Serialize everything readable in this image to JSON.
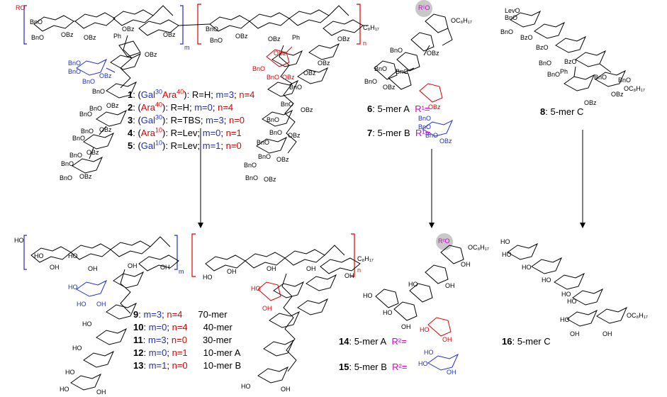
{
  "colors": {
    "black": "#000000",
    "red": "#e00000",
    "blue": "#1f2fbf",
    "magenta": "#d400d4",
    "grey_circle": "#c8c8c8"
  },
  "atom_labels": {
    "RO": "RO",
    "BnO": "BnO",
    "OBz": "OBz",
    "Ph": "Ph",
    "LevO": "LevO",
    "HO": "HO",
    "OH": "OH",
    "O": "O",
    "C8H17": "C₈H₁₇",
    "OC8H17": "OC₈H₁₇",
    "R1O": "R¹O",
    "R2O": "R²O",
    "m": "m",
    "n": "n"
  },
  "protected_legend": [
    {
      "num": "1",
      "text_black1": ": (",
      "blue1": "Gal",
      "blue_sup": "30",
      "red1": "Ara",
      "red_sup": "40",
      "text_black2": "): R=H; ",
      "m_part": "m=3",
      "sep": "; ",
      "n_part": "n=4"
    },
    {
      "num": "2",
      "text_black1": ": (",
      "red1": "Ara",
      "red_sup": "40",
      "text_black2": "):  R=H; ",
      "m_part": "m=0",
      "sep": "; ",
      "n_part": "n=4"
    },
    {
      "num": "3",
      "text_black1": ": (",
      "blue1": "Gal",
      "blue_sup": "30",
      "text_black2": "): R=TBS; ",
      "m_part": "m=3",
      "sep": "; ",
      "n_part": "n=0"
    },
    {
      "num": "4",
      "text_black1": ": (",
      "red1": "Ara",
      "red_sup": "10",
      "text_black2": "): R=Lev; ",
      "m_part": "m=0",
      "sep": "; ",
      "n_part": "n=1"
    },
    {
      "num": "5",
      "text_black1": ": (",
      "blue1": "Gal",
      "blue_sup": "10",
      "text_black2": "): R=Lev; ",
      "m_part": "m=1",
      "sep": "; ",
      "n_part": "n=0"
    }
  ],
  "deprotected_legend": [
    {
      "num": "9",
      "m_part": "m=3",
      "n_part": "n=4",
      "size": "70-mer"
    },
    {
      "num": "10",
      "m_part": "m=0",
      "n_part": "n=4",
      "size": "40-mer"
    },
    {
      "num": "11",
      "m_part": "m=3",
      "n_part": "n=0",
      "size": "30-mer"
    },
    {
      "num": "12",
      "m_part": "m=0",
      "n_part": "n=1",
      "size": "10-mer A"
    },
    {
      "num": "13",
      "m_part": "m=1",
      "n_part": "n=0",
      "size": "10-mer B"
    }
  ],
  "mer_labels": {
    "c6": {
      "num": "6",
      "text": ": 5-mer A",
      "r": "R¹="
    },
    "c7": {
      "num": "7",
      "text": ": 5-mer B",
      "r": "R¹="
    },
    "c8": {
      "num": "8",
      "text": ": 5-mer C"
    },
    "c14": {
      "num": "14",
      "text": ": 5-mer A",
      "r": "R²="
    },
    "c15": {
      "num": "15",
      "text": ": 5-mer B",
      "r": "R²="
    },
    "c16": {
      "num": "16",
      "text": ": 5-mer C"
    }
  }
}
